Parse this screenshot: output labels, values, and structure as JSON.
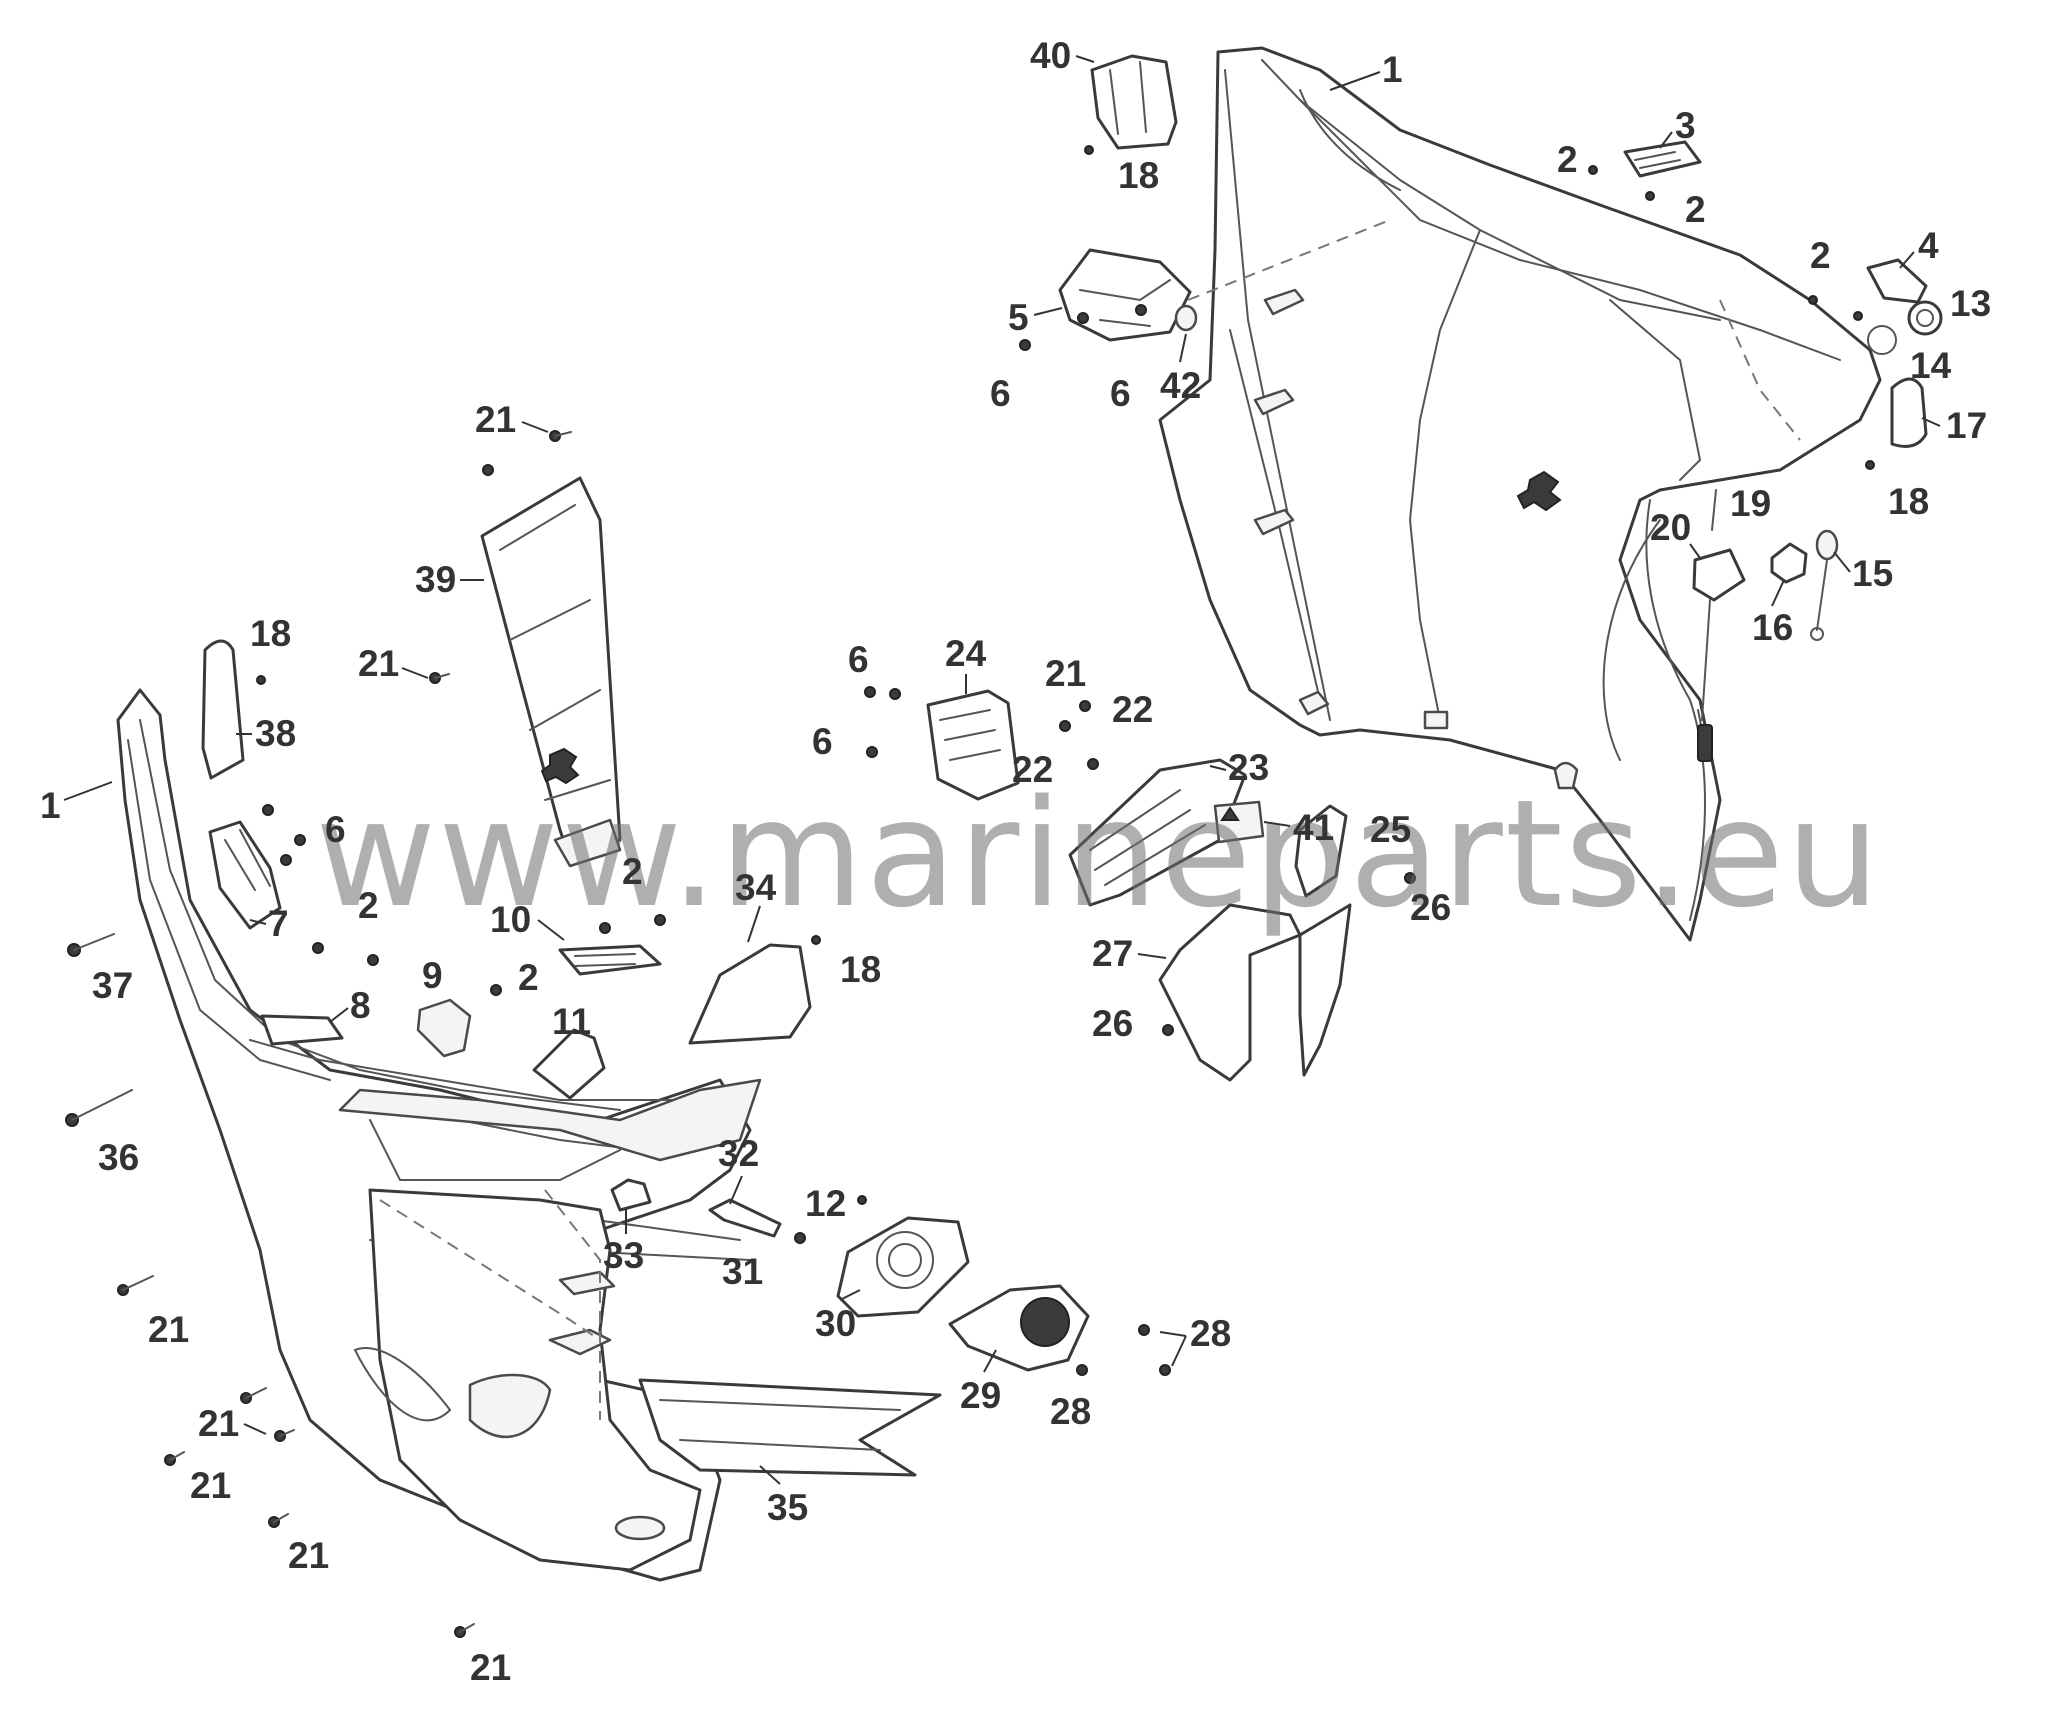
{
  "watermark": {
    "text": "www.marineparts.eu"
  },
  "callouts": [
    {
      "id": "c1a",
      "label": "40"
    },
    {
      "id": "c1b",
      "label": "1"
    },
    {
      "id": "c1c",
      "label": "3"
    },
    {
      "id": "c1d",
      "label": "2"
    },
    {
      "id": "c1e",
      "label": "2"
    },
    {
      "id": "c1f",
      "label": "18"
    },
    {
      "id": "c1g",
      "label": "2"
    },
    {
      "id": "c1h",
      "label": "4"
    },
    {
      "id": "c1i",
      "label": "13"
    },
    {
      "id": "c1j",
      "label": "14"
    },
    {
      "id": "c1k",
      "label": "5"
    },
    {
      "id": "c1l",
      "label": "6"
    },
    {
      "id": "c1m",
      "label": "6"
    },
    {
      "id": "c1n",
      "label": "42"
    },
    {
      "id": "c1o",
      "label": "17"
    },
    {
      "id": "c1p",
      "label": "18"
    },
    {
      "id": "c1q",
      "label": "19"
    },
    {
      "id": "c1r",
      "label": "20"
    },
    {
      "id": "c1s",
      "label": "15"
    },
    {
      "id": "c1t",
      "label": "16"
    },
    {
      "id": "c2a",
      "label": "21"
    },
    {
      "id": "c2b",
      "label": "39"
    },
    {
      "id": "c2c",
      "label": "21"
    },
    {
      "id": "c2d",
      "label": "18"
    },
    {
      "id": "c2e",
      "label": "38"
    },
    {
      "id": "c2f",
      "label": "1"
    },
    {
      "id": "c2g",
      "label": "6"
    },
    {
      "id": "c2h",
      "label": "7"
    },
    {
      "id": "c2i",
      "label": "2"
    },
    {
      "id": "c2j",
      "label": "8"
    },
    {
      "id": "c2k",
      "label": "37"
    },
    {
      "id": "c2l",
      "label": "9"
    },
    {
      "id": "c2m",
      "label": "2"
    },
    {
      "id": "c2n",
      "label": "10"
    },
    {
      "id": "c2o",
      "label": "2"
    },
    {
      "id": "c2p",
      "label": "11"
    },
    {
      "id": "c2q",
      "label": "34"
    },
    {
      "id": "c2r",
      "label": "18"
    },
    {
      "id": "c3a",
      "label": "6"
    },
    {
      "id": "c3b",
      "label": "24"
    },
    {
      "id": "c3c",
      "label": "6"
    },
    {
      "id": "c3d",
      "label": "21"
    },
    {
      "id": "c3e",
      "label": "22"
    },
    {
      "id": "c3f",
      "label": "22"
    },
    {
      "id": "c3g",
      "label": "23"
    },
    {
      "id": "c3h",
      "label": "41"
    },
    {
      "id": "c3i",
      "label": "25"
    },
    {
      "id": "c3j",
      "label": "26"
    },
    {
      "id": "c3k",
      "label": "27"
    },
    {
      "id": "c3l",
      "label": "26"
    },
    {
      "id": "c4a",
      "label": "36"
    },
    {
      "id": "c4b",
      "label": "32"
    },
    {
      "id": "c4c",
      "label": "33"
    },
    {
      "id": "c4d",
      "label": "12"
    },
    {
      "id": "c4e",
      "label": "31"
    },
    {
      "id": "c4f",
      "label": "21"
    },
    {
      "id": "c4g",
      "label": "30"
    },
    {
      "id": "c4h",
      "label": "28"
    },
    {
      "id": "c4i",
      "label": "29"
    },
    {
      "id": "c4j",
      "label": "28"
    },
    {
      "id": "c4k",
      "label": "21"
    },
    {
      "id": "c4l",
      "label": "21"
    },
    {
      "id": "c4m",
      "label": "35"
    },
    {
      "id": "c4n",
      "label": "21"
    },
    {
      "id": "c4o",
      "label": "21"
    }
  ]
}
